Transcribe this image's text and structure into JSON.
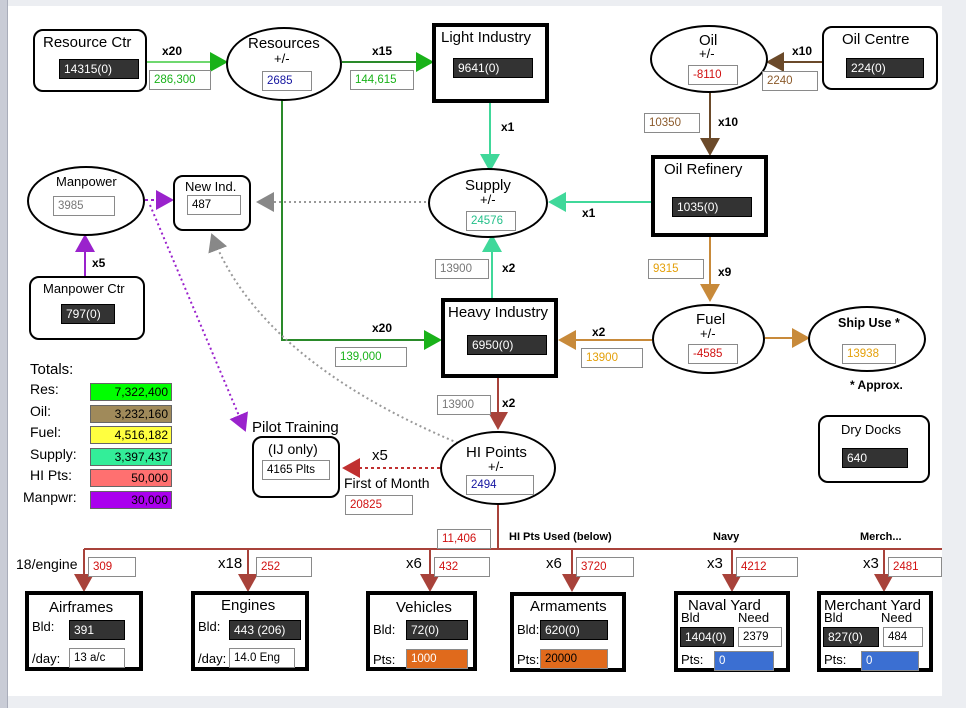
{
  "nodes": {
    "resource_ctr": {
      "title": "Resource Ctr",
      "value": "14315(0)"
    },
    "resources": {
      "title": "Resources",
      "sub": "+/-",
      "value": "2685"
    },
    "light_industry": {
      "title": "Light Industry",
      "value": "9641(0)"
    },
    "oil": {
      "title": "Oil",
      "sub": "+/-",
      "value": "-8110"
    },
    "oil_centre": {
      "title": "Oil Centre",
      "value": "224(0)"
    },
    "manpower": {
      "title": "Manpower",
      "value": "3985"
    },
    "new_ind": {
      "title": "New Ind.",
      "value": "487"
    },
    "supply": {
      "title": "Supply",
      "sub": "+/-",
      "value": "24576"
    },
    "oil_refinery": {
      "title": "Oil Refinery",
      "value": "1035(0)"
    },
    "manpower_ctr": {
      "title": "Manpower Ctr",
      "value": "797(0)"
    },
    "heavy_industry": {
      "title": "Heavy Industry",
      "value": "6950(0)"
    },
    "fuel": {
      "title": "Fuel",
      "sub": "+/-",
      "value": "-4585"
    },
    "ship_use": {
      "title": "Ship Use *",
      "value": "13938"
    },
    "approx": "* Approx.",
    "dry_docks": {
      "title": "Dry Docks",
      "value": "640"
    },
    "pilot_training": {
      "title": "Pilot Training",
      "sub": "(IJ only)",
      "value": "4165 Plts"
    },
    "hi_points": {
      "title": "HI Points",
      "sub": "+/-",
      "value": "2494"
    },
    "first_of_month": {
      "title": "First of Month",
      "value": "20825"
    }
  },
  "flows": {
    "rc_to_res": {
      "mult": "x20",
      "value": "286,300"
    },
    "res_to_li": {
      "mult": "x15",
      "value": "144,615"
    },
    "oc_to_oil": {
      "mult": "x10",
      "value": "2240"
    },
    "oil_to_ref": {
      "mult": "x10",
      "value": "10350"
    },
    "li_to_supply": {
      "mult": "x1"
    },
    "ref_to_supply": {
      "mult": "x1"
    },
    "hi_to_supply": {
      "mult": "x2",
      "value": "13900"
    },
    "mc_to_mp": {
      "mult": "x5"
    },
    "ref_to_fuel": {
      "mult": "x9",
      "value": "9315"
    },
    "res_to_hi": {
      "mult": "x20",
      "value": "139,000"
    },
    "fuel_to_hi": {
      "mult": "x2",
      "value": "13900"
    },
    "hi_to_hip": {
      "mult": "x2",
      "value": "13900"
    },
    "hip_to_pilot": {
      "mult": "x5"
    },
    "hip_used": {
      "value": "11,406",
      "label": "HI Pts Used (below)"
    }
  },
  "totals": {
    "heading": "Totals:",
    "rows": [
      {
        "label": "Res:",
        "value": "7,322,400",
        "color": "#00ff00",
        "fill": 1.0
      },
      {
        "label": "Oil:",
        "value": "3,232,160",
        "color": "#a08a5a",
        "fill": 1.0
      },
      {
        "label": "Fuel:",
        "value": "4,516,182",
        "color": "#ffff40",
        "fill": 1.0
      },
      {
        "label": "Supply:",
        "value": "3,397,437",
        "color": "#33ee99",
        "fill": 1.0
      },
      {
        "label": "HI Pts:",
        "value": "50,000",
        "color": "#ff7070",
        "fill": 1.0
      },
      {
        "label": "Manpwr:",
        "value": "30,000",
        "color": "#aa00ee",
        "fill": 1.0
      }
    ]
  },
  "bottom": {
    "airframes": {
      "mult": "18/engine",
      "used": "309",
      "title": "Airframes",
      "bld_label": "Bld:",
      "bld": "391",
      "day_label": "/day:",
      "day": "13 a/c"
    },
    "engines": {
      "mult": "x18",
      "used": "252",
      "title": "Engines",
      "bld_label": "Bld:",
      "bld": "443 (206)",
      "day_label": "/day:",
      "day": "14.0 Eng"
    },
    "vehicles": {
      "mult": "x6",
      "used": "432",
      "title": "Vehicles",
      "bld_label": "Bld:",
      "bld": "72(0)",
      "pts_label": "Pts:",
      "pts": "1000"
    },
    "armaments": {
      "mult": "x6",
      "used": "3720",
      "title": "Armaments",
      "bld_label": "Bld:",
      "bld": "620(0)",
      "pts_label": "Pts:",
      "pts": "20000"
    },
    "naval_yard": {
      "mult": "x3",
      "head": "Navy",
      "used": "4212",
      "title": "Naval Yard",
      "bld_label": "Bld",
      "need_label": "Need",
      "bld": "1404(0)",
      "need": "2379",
      "pts_label": "Pts:",
      "pts": "0"
    },
    "merchant_yard": {
      "mult": "x3",
      "head": "Merch...",
      "used": "2481",
      "title": "Merchant Yard",
      "bld_label": "Bld",
      "need_label": "Need",
      "bld": "827(0)",
      "need": "484",
      "pts_label": "Pts:",
      "pts": "0"
    }
  },
  "colors": {
    "green": "#19b219",
    "brown": "#6b4a2a",
    "teal": "#40d89a",
    "purple": "#9a22cc",
    "orange": "#c88a3a",
    "maroon": "#a8423a",
    "gray": "#888888"
  }
}
